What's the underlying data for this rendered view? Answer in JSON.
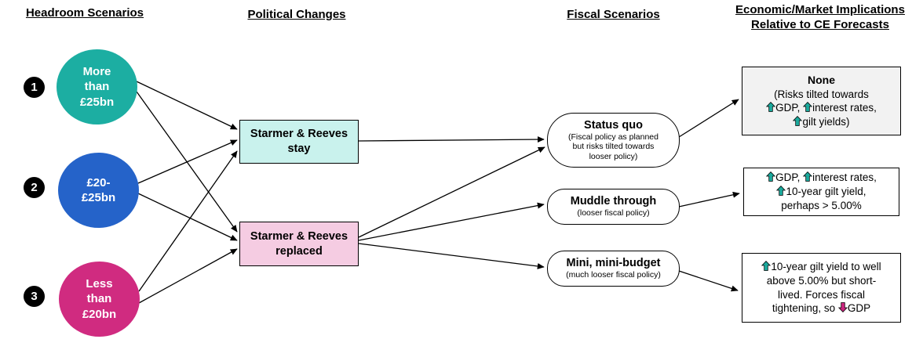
{
  "headers": {
    "headroom": "Headroom Scenarios",
    "political": "Political Changes",
    "fiscal": "Fiscal Scenarios",
    "implications": "Economic/Market Implications\nRelative to CE Forecasts"
  },
  "scenarios": [
    {
      "number": "1",
      "label": "More\nthan\n£25bn",
      "color": "#1CAEA2"
    },
    {
      "number": "2",
      "label": "£20-\n£25bn",
      "color": "#2563C9"
    },
    {
      "number": "3",
      "label": "Less\nthan\n£20bn",
      "color": "#D02B80"
    }
  ],
  "political_boxes": [
    {
      "label": "Starmer & Reeves\nstay",
      "fill": "#C9F2ED"
    },
    {
      "label": "Starmer & Reeves\nreplaced",
      "fill": "#F5CCE2"
    }
  ],
  "fiscal_nodes": [
    {
      "title": "Status quo",
      "subtitle": "(Fiscal policy as planned\nbut risks tilted towards\nlooser policy)"
    },
    {
      "title": "Muddle through",
      "subtitle": "(looser fiscal policy)"
    },
    {
      "title": "Mini, mini-budget",
      "subtitle": "(much looser fiscal policy)"
    }
  ],
  "implication_boxes": [
    {
      "title": "None",
      "body": "(Risks tilted towards\n{up}GDP, {up}interest rates,\n{up}gilt yields)",
      "fill": "#F2F2F2"
    },
    {
      "title": "",
      "body": "{up}GDP, {up}interest rates,\n{up}10-year gilt yield,\nperhaps > 5.00%",
      "fill": "#FFFFFF"
    },
    {
      "title": "",
      "body": "{up}10-year gilt yield to well\nabove 5.00% but short-\nlived. Forces fiscal\ntightening, so {down}GDP",
      "fill": "#FFFFFF"
    }
  ],
  "icon_colors": {
    "up": "#1BA99C",
    "down": "#C9267E"
  }
}
